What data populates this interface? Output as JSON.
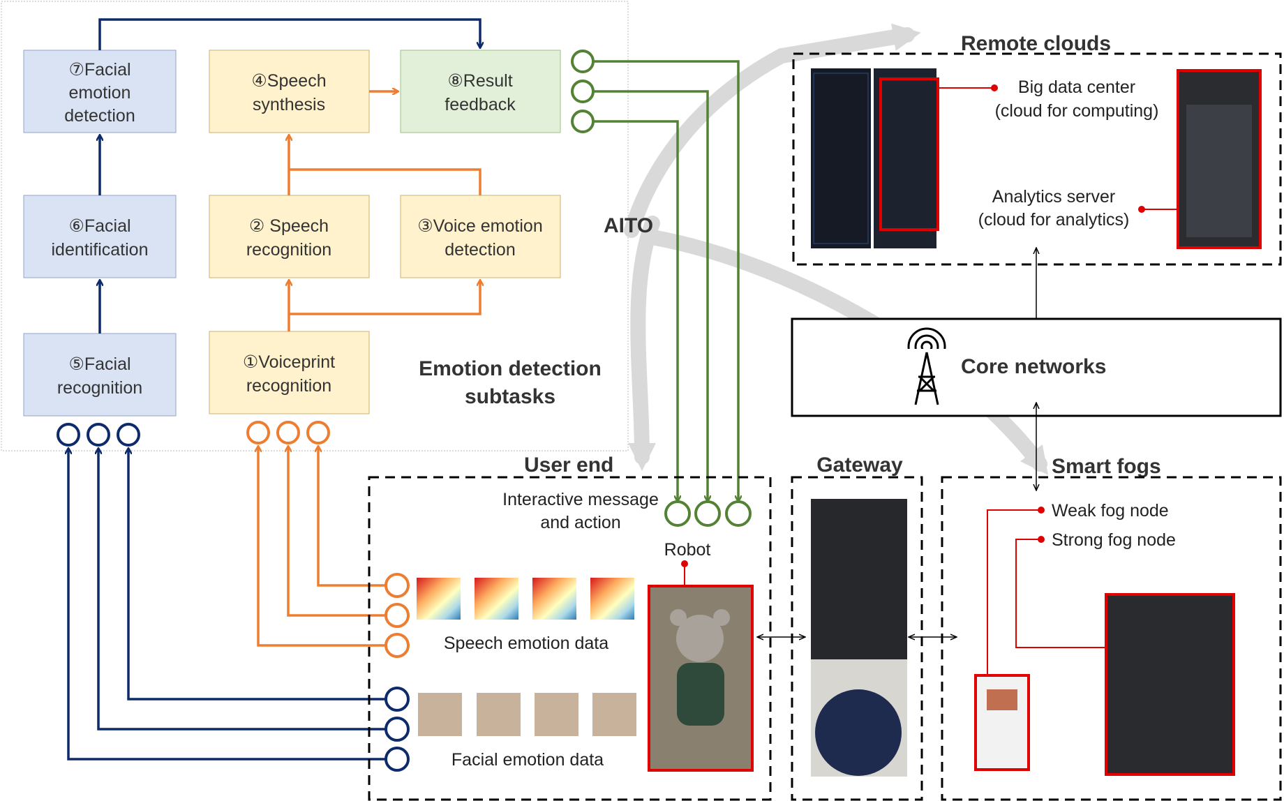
{
  "subtasks": {
    "facial_emotion_detection": [
      "⑦Facial",
      "emotion",
      "detection"
    ],
    "speech_synthesis": [
      "④Speech",
      "synthesis"
    ],
    "result_feedback": [
      "⑧Result",
      "feedback"
    ],
    "facial_identification": [
      "⑥Facial",
      "identification"
    ],
    "speech_recognition": [
      "② Speech",
      "recognition"
    ],
    "voice_emotion_detection": [
      "③Voice emotion",
      "detection"
    ],
    "facial_recognition": [
      "⑤Facial",
      "recognition"
    ],
    "voiceprint_recognition": [
      "①Voiceprint",
      "recognition"
    ],
    "panel_title": [
      "Emotion detection",
      "subtasks"
    ]
  },
  "aito_label": "AITO",
  "remote_clouds": {
    "title": "Remote clouds",
    "big_data_center": [
      "Big data center",
      "(cloud for computing)"
    ],
    "analytics_server": [
      "Analytics server",
      "(cloud for analytics)"
    ]
  },
  "core_networks": {
    "title": "Core networks"
  },
  "user_end": {
    "title": "User end",
    "interactive_message": [
      "Interactive message",
      "and  action"
    ],
    "robot_label": "Robot",
    "speech_data_label": "Speech emotion data",
    "facial_data_label": "Facial emotion data"
  },
  "gateway": {
    "title": "Gateway"
  },
  "smart_fogs": {
    "title": "Smart fogs",
    "weak_fog_node": "Weak fog node",
    "strong_fog_node": "Strong fog node"
  },
  "colors": {
    "blue_box": "#dae3f3",
    "yellow_box": "#fff2cc",
    "green_box": "#e2f0d9",
    "navy": "#0d2a6b",
    "orange": "#ed7d31",
    "green": "#548235",
    "red": "#e00000",
    "gray_arrow": "#d9d9d9"
  }
}
